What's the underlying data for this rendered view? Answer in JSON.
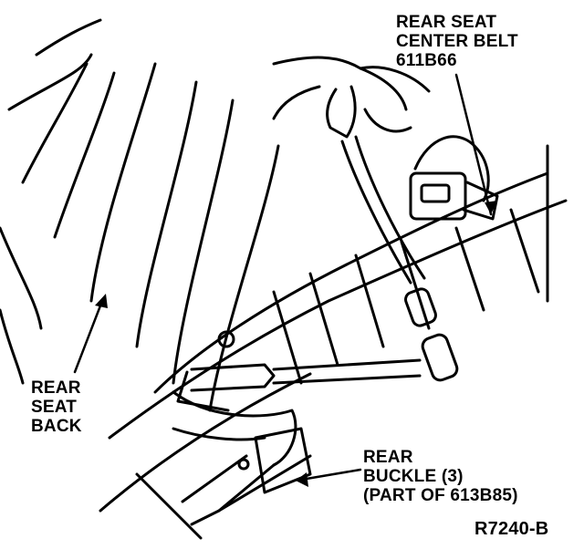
{
  "labels": {
    "center_belt": [
      "REAR SEAT",
      "CENTER BELT",
      "611B66"
    ],
    "seat_back": [
      "REAR",
      "SEAT",
      "BACK"
    ],
    "buckle": [
      "REAR",
      "BUCKLE (3)",
      "(PART OF 613B85)"
    ],
    "figure_id": "R7240-B"
  }
}
